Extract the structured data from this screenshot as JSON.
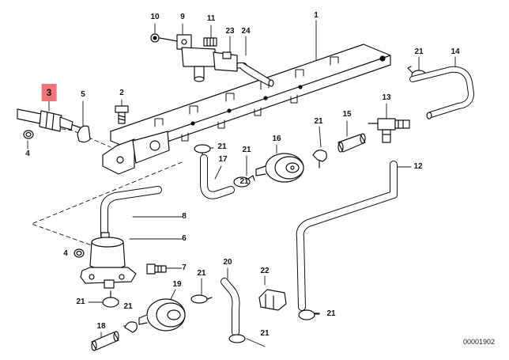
{
  "callouts": [
    {
      "num": "1",
      "highlight": false
    },
    {
      "num": "2",
      "highlight": false
    },
    {
      "num": "3",
      "highlight": true
    },
    {
      "num": "4",
      "highlight": false
    },
    {
      "num": "4",
      "highlight": false
    },
    {
      "num": "5",
      "highlight": false
    },
    {
      "num": "6",
      "highlight": false
    },
    {
      "num": "7",
      "highlight": false
    },
    {
      "num": "8",
      "highlight": false
    },
    {
      "num": "9",
      "highlight": false
    },
    {
      "num": "10",
      "highlight": false
    },
    {
      "num": "11",
      "highlight": false
    },
    {
      "num": "12",
      "highlight": false
    },
    {
      "num": "13",
      "highlight": false
    },
    {
      "num": "14",
      "highlight": false
    },
    {
      "num": "15",
      "highlight": false
    },
    {
      "num": "16",
      "highlight": false
    },
    {
      "num": "17",
      "highlight": false
    },
    {
      "num": "18",
      "highlight": false
    },
    {
      "num": "19",
      "highlight": false
    },
    {
      "num": "20",
      "highlight": false
    },
    {
      "num": "21",
      "highlight": false
    },
    {
      "num": "21",
      "highlight": false
    },
    {
      "num": "21",
      "highlight": false
    },
    {
      "num": "21",
      "highlight": false
    },
    {
      "num": "21",
      "highlight": false
    },
    {
      "num": "21",
      "highlight": false
    },
    {
      "num": "21",
      "highlight": false
    },
    {
      "num": "21",
      "highlight": false
    },
    {
      "num": "21",
      "highlight": false
    },
    {
      "num": "21",
      "highlight": false
    },
    {
      "num": "22",
      "highlight": false
    },
    {
      "num": "23",
      "highlight": false
    },
    {
      "num": "24",
      "highlight": false
    }
  ],
  "reference_code": "00001902",
  "colors": {
    "highlight": "#f3737b",
    "ink": "#111111"
  }
}
